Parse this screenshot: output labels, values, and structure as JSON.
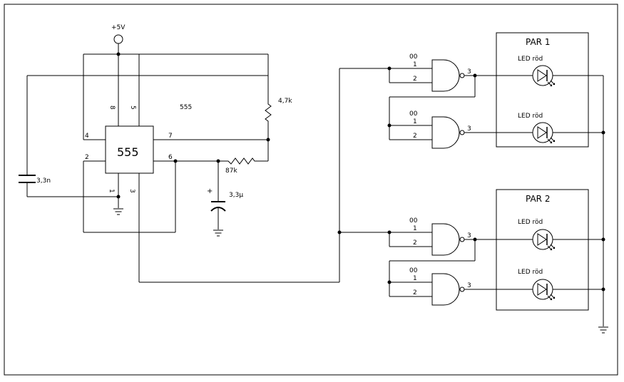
{
  "supply": {
    "label": "+5V"
  },
  "timer": {
    "name_label": "555",
    "chip_label": "555",
    "pins": {
      "p8": "8",
      "p5": "5",
      "p4": "4",
      "p7": "7",
      "p2": "2",
      "p6": "6",
      "p1": "1",
      "p3": "3"
    }
  },
  "components": {
    "r1": "4,7k",
    "r2": "87k",
    "c_timing": "3,3n",
    "c_elec": "3,3μ",
    "c_elec_plus": "+"
  },
  "gates": [
    {
      "in_a_top": "00",
      "in_a": "1",
      "in_b": "2",
      "out": "3"
    },
    {
      "in_a_top": "00",
      "in_a": "1",
      "in_b": "2",
      "out": "3"
    },
    {
      "in_a_top": "00",
      "in_a": "1",
      "in_b": "2",
      "out": "3"
    },
    {
      "in_a_top": "00",
      "in_a": "1",
      "in_b": "2",
      "out": "3"
    }
  ],
  "pairs": [
    {
      "title": "PAR 1",
      "leds": [
        "LED röd",
        "LED röd"
      ]
    },
    {
      "title": "PAR 2",
      "leds": [
        "LED röd",
        "LED röd"
      ]
    }
  ]
}
